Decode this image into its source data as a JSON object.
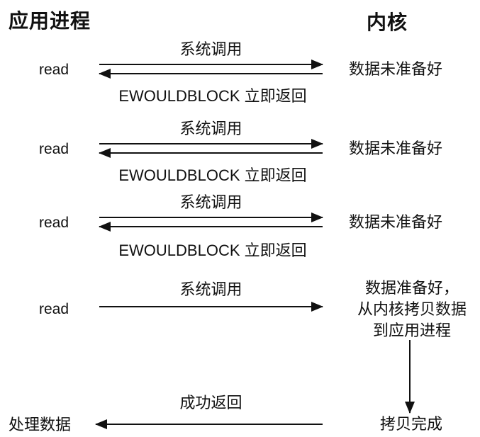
{
  "diagram": {
    "title_left": "应用进程",
    "title_right": "内核",
    "cycles": [
      {
        "caller": "read",
        "call_label": "系统调用",
        "return_label": "EWOULDBLOCK 立即返回",
        "kernel_state": "数据未准备好"
      },
      {
        "caller": "read",
        "call_label": "系统调用",
        "return_label": "EWOULDBLOCK 立即返回",
        "kernel_state": "数据未准备好"
      },
      {
        "caller": "read",
        "call_label": "系统调用",
        "return_label": "EWOULDBLOCK 立即返回",
        "kernel_state": "数据未准备好"
      }
    ],
    "final_call": {
      "caller": "read",
      "call_label": "系统调用",
      "kernel_state_lines": [
        "数据准备好，",
        "从内核拷贝数据",
        "到应用进程"
      ]
    },
    "copy_done": "拷贝完成",
    "success_return_label": "成功返回",
    "process_data": "处理数据"
  },
  "colors": {
    "ink": "#111111",
    "background": "#ffffff"
  }
}
